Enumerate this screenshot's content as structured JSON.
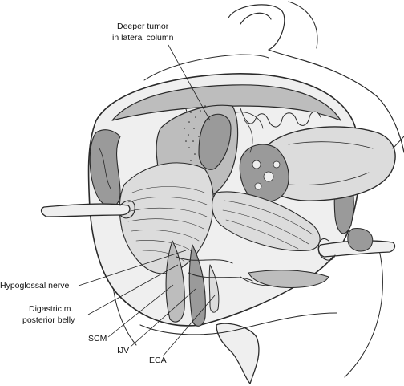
{
  "figure": {
    "title": "",
    "labels": {
      "deeper_tumor_line1": "Deeper tumor",
      "deeper_tumor_line2": "in lateral column",
      "hypoglossal": "Hypoglossal nerve",
      "digastric_line1": "Digastric m.",
      "digastric_line2": "posterior belly",
      "scm": "SCM",
      "ijv": "IJV",
      "eca": "ECA"
    },
    "colors": {
      "ink": "#2a2a2a",
      "tissue_light": "#dcdcdc",
      "tissue_mid": "#bdbdbd",
      "tissue_dark": "#9a9a9a",
      "background": "#ffffff"
    }
  }
}
